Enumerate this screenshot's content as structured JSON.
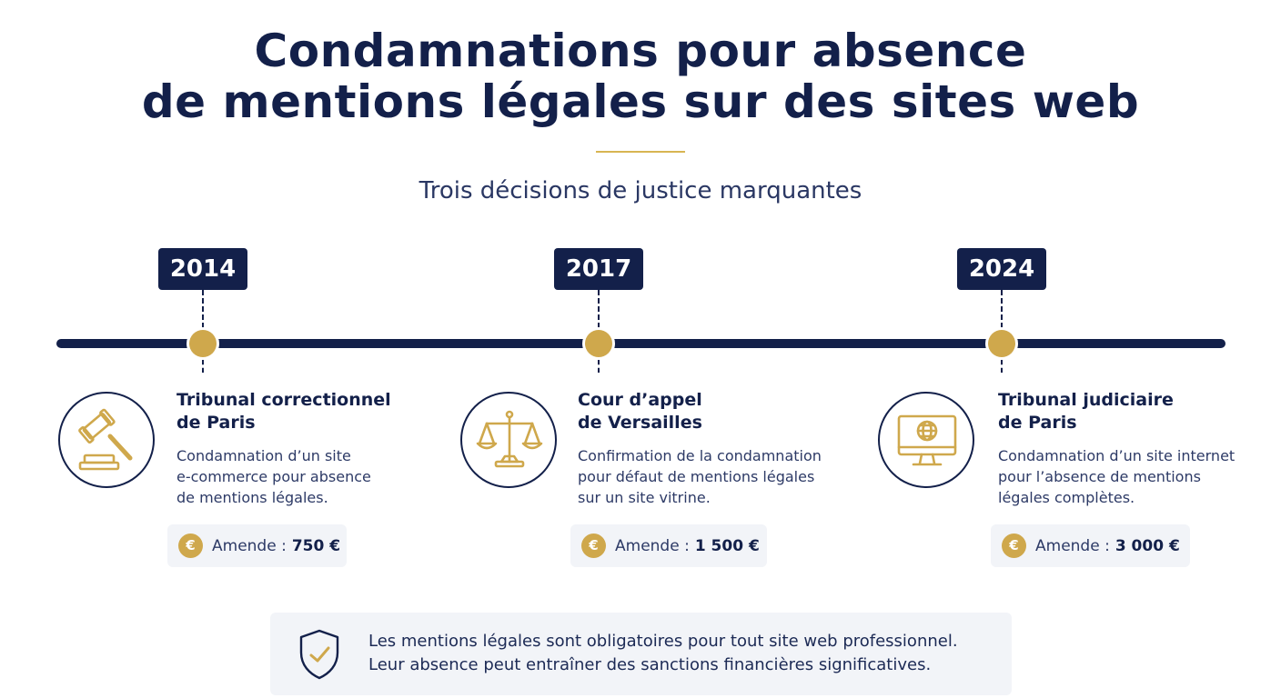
{
  "header": {
    "title_line1": "Condamnations pour absence",
    "title_line2": "de mentions légales sur des sites web",
    "subtitle": "Trois décisions de justice marquantes"
  },
  "colors": {
    "navy": "#13204a",
    "gold": "#cfa84c",
    "panel": "#f2f4f8"
  },
  "timeline": [
    {
      "year": "2014",
      "icon": "gavel-icon",
      "title_line1": "Tribunal correctionnel",
      "title_line2": "de Paris",
      "desc_line1": "Condamnation d’un site",
      "desc_line2": "e-commerce pour absence",
      "desc_line3": "de mentions légales.",
      "currency_symbol": "€",
      "fine_label": "Amende :",
      "fine_amount": "750 €"
    },
    {
      "year": "2017",
      "icon": "scales-icon",
      "title_line1": "Cour d’appel",
      "title_line2": "de Versailles",
      "desc_line1": "Confirmation de la condamnation",
      "desc_line2": "pour défaut de mentions légales",
      "desc_line3": "sur un site vitrine.",
      "currency_symbol": "€",
      "fine_label": "Amende :",
      "fine_amount": "1 500 €"
    },
    {
      "year": "2024",
      "icon": "monitor-globe-icon",
      "title_line1": "Tribunal judiciaire",
      "title_line2": "de Paris",
      "desc_line1": "Condamnation d’un site internet",
      "desc_line2": "pour l’absence de mentions",
      "desc_line3": "légales complètes.",
      "currency_symbol": "€",
      "fine_label": "Amende :",
      "fine_amount": "3 000 €"
    }
  ],
  "notice": {
    "icon": "shield-check-icon",
    "line1": "Les mentions légales sont obligatoires pour tout site web professionnel.",
    "line2": "Leur absence peut entraîner des sanctions financières significatives."
  }
}
